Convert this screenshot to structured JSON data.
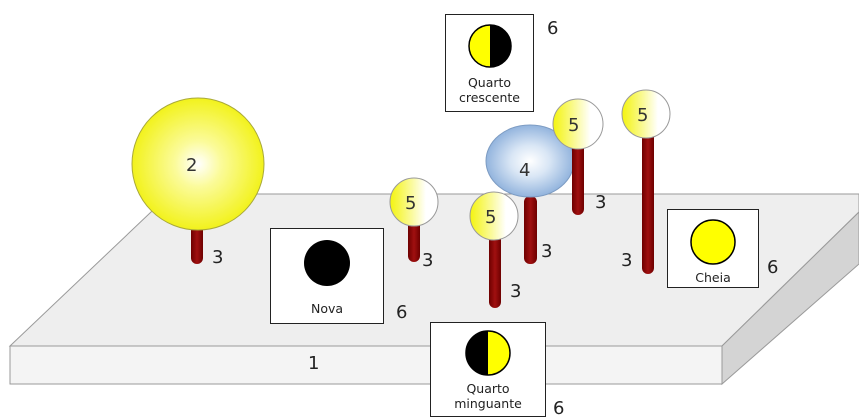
{
  "labels": {
    "base": "1",
    "sun": "2",
    "stick": "3",
    "earth": "4",
    "moon": "5",
    "card": "6"
  },
  "cards": {
    "quarto_crescente": "Quarto crescente",
    "nova": "Nova",
    "cheia": "Cheia",
    "quarto_minguante": "Quarto minguante"
  },
  "colors": {
    "moon_yellow": "#ffff00",
    "stick_red": "#8b0000",
    "earth_blue": "#9cbde0",
    "sun_yellow": "#ffff33",
    "board_gray": "#eeeeee"
  }
}
